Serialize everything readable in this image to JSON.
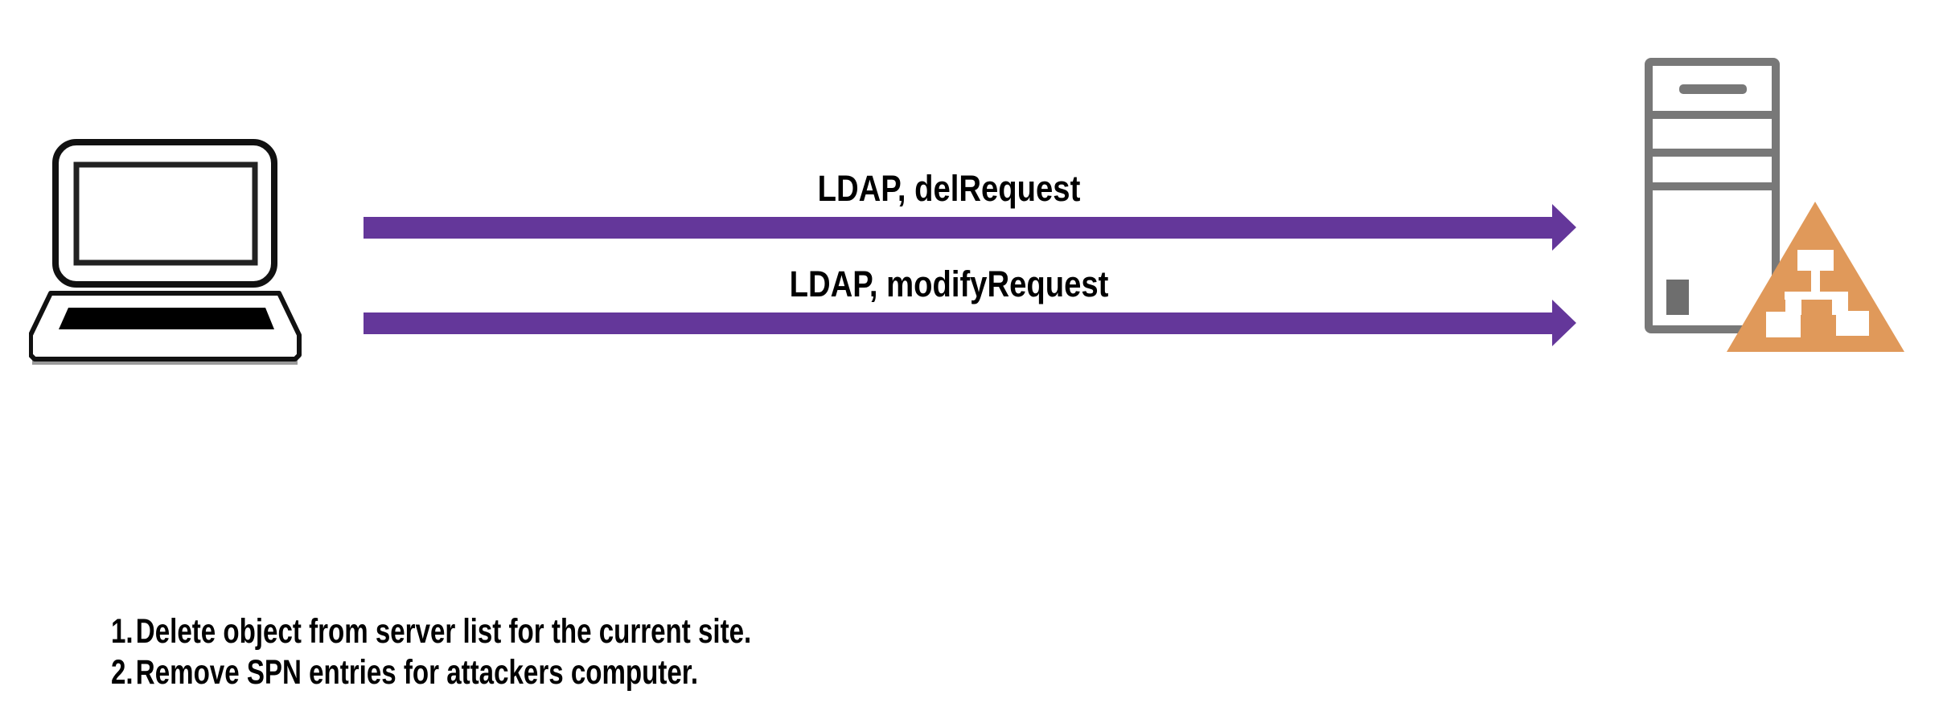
{
  "diagram": {
    "colors": {
      "arrow_purple": "#64379A",
      "triangle_orange": "#E0995A",
      "tower_gray": "#787878",
      "tower_dark_gray": "#6E6E6E",
      "background": "#FFFFFF"
    },
    "icons": {
      "left": "laptop-icon",
      "right": "server-tower-icon",
      "right_badge": "active-directory-site-triangle-icon"
    },
    "arrows": [
      {
        "label": "LDAP, delRequest",
        "direction": "left-to-right"
      },
      {
        "label": "LDAP, modifyRequest",
        "direction": "left-to-right"
      }
    ],
    "notes": [
      {
        "number": "1.",
        "text": "Delete object from server list for the current site."
      },
      {
        "number": "2.",
        "text": "Remove SPN entries for attackers computer."
      }
    ]
  }
}
